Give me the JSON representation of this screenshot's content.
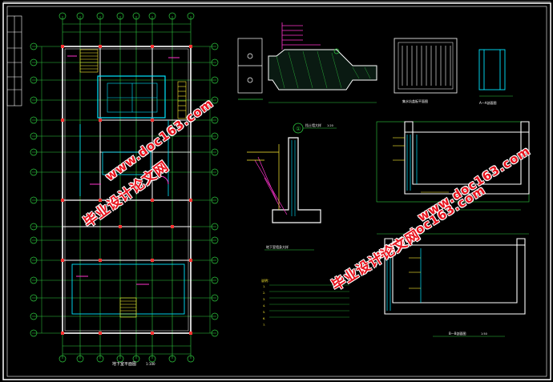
{
  "colors": {
    "background": "#000000",
    "frame": "#ffffff",
    "grid_axis": "#2ecc40",
    "walls": "#ffffff",
    "cyan": "#00e5ff",
    "yellow": "#ffee33",
    "magenta": "#ff33cc",
    "red_axis": "#ff3333",
    "watermark": "#e8141e"
  },
  "watermarks": {
    "cn_text": "毕业设计论文网",
    "url_text": "www.doc163.com"
  },
  "labels": {
    "plan_title": "地下室平面图",
    "plan_scale": "1:100",
    "grate_plan": "集水坑盖板平面图",
    "section_aa": "A—A剖面图",
    "section_bb": "B—B剖面图",
    "section_scale": "1:50",
    "detail_title": "挡土墙大样",
    "detail_scale": "1:20",
    "wall_section_title": "地下室墙身大样",
    "notes_title": "说明：",
    "detail_marker": "①",
    "note_lines": [
      "1.",
      "2.",
      "3.",
      "4.",
      "5.",
      "6.",
      "7."
    ]
  }
}
